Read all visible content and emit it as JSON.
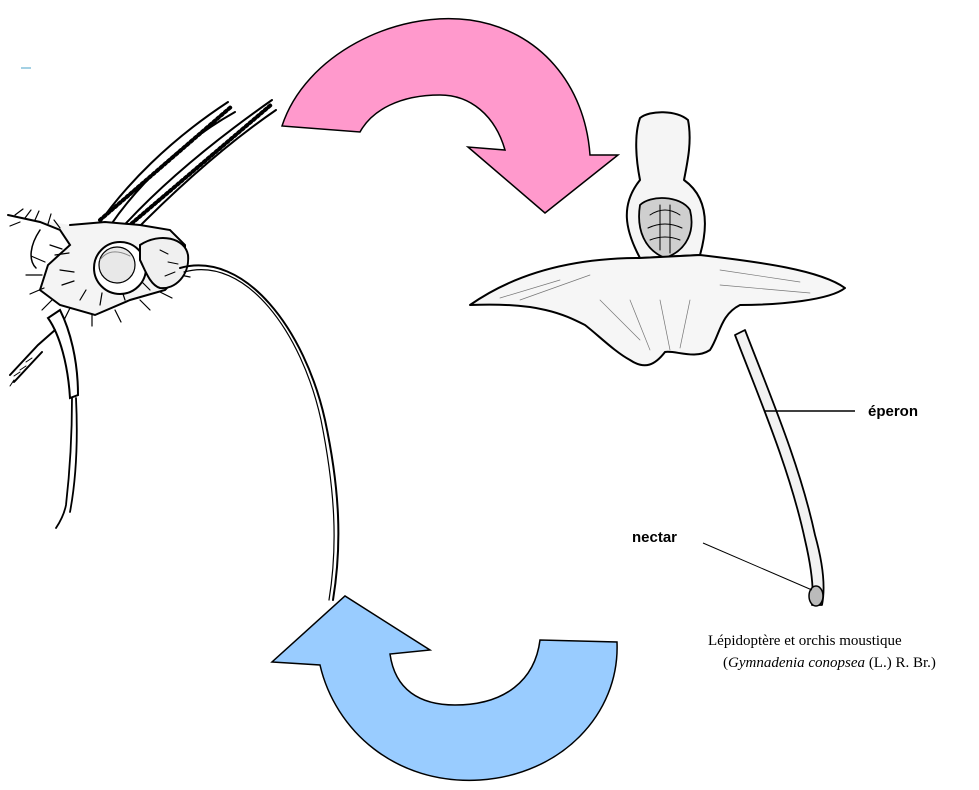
{
  "labels": {
    "eperon": "éperon",
    "nectar": "nectar"
  },
  "caption": {
    "line1": "Lépidoptère et orchis moustique",
    "line2_open": "(",
    "line2_genus": "Gymnadenia conopsea",
    "line2_author": " (L.) R. Br.)"
  },
  "colors": {
    "arrow_top": "#ff99cc",
    "arrow_bottom": "#99ccff",
    "ink": "#000000"
  }
}
